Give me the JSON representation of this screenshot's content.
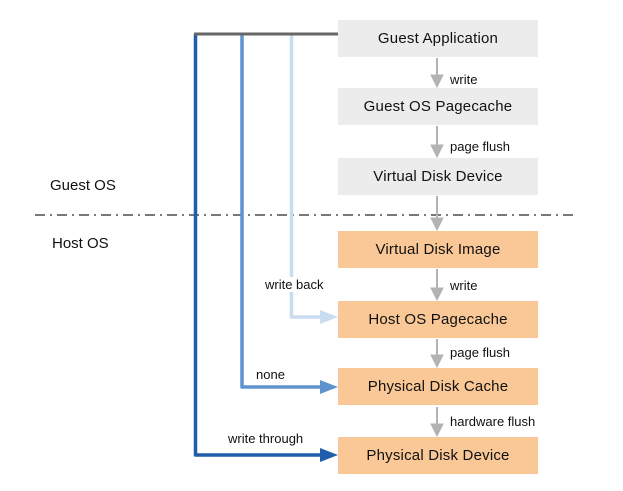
{
  "diagram": {
    "title_semantic": "virtual-disk-write-cache-flow",
    "region_labels": {
      "guest": "Guest OS",
      "host": "Host OS"
    },
    "boxes": [
      {
        "label": "Guest Application",
        "layer": "guest"
      },
      {
        "label": "Guest OS Pagecache",
        "layer": "guest"
      },
      {
        "label": "Virtual Disk Device",
        "layer": "guest"
      },
      {
        "label": "Virtual Disk Image",
        "layer": "host"
      },
      {
        "label": "Host OS Pagecache",
        "layer": "host"
      },
      {
        "label": "Physical Disk Cache",
        "layer": "host"
      },
      {
        "label": "Physical Disk Device",
        "layer": "host"
      }
    ],
    "flow_arrows": [
      {
        "from": "Guest Application",
        "to": "Guest OS Pagecache",
        "label": "write"
      },
      {
        "from": "Guest OS Pagecache",
        "to": "Virtual Disk Device",
        "label": "page flush"
      },
      {
        "from": "Virtual Disk Device",
        "to": "Virtual Disk Image",
        "label": ""
      },
      {
        "from": "Virtual Disk Image",
        "to": "Host OS Pagecache",
        "label": "write"
      },
      {
        "from": "Host OS Pagecache",
        "to": "Physical Disk Cache",
        "label": "page flush"
      },
      {
        "from": "Physical Disk Cache",
        "to": "Physical Disk Device",
        "label": "hardware flush"
      }
    ],
    "bypass_arrows": [
      {
        "label": "write back",
        "from": "Guest Application",
        "to": "Host OS Pagecache"
      },
      {
        "label": "none",
        "from": "Guest Application",
        "to": "Physical Disk Cache"
      },
      {
        "label": "write through",
        "from": "Guest Application",
        "to": "Physical Disk Device"
      }
    ],
    "colors": {
      "guest_box": "#ececec",
      "host_box": "#f9c896",
      "flow_arrow": "#b3b3b3",
      "top_connector": "#666666",
      "divider": "#4d4d4d",
      "write_back_line": "#c9dcf0",
      "none_line": "#5e93ce",
      "write_through_line": "#1f5fa9"
    }
  }
}
